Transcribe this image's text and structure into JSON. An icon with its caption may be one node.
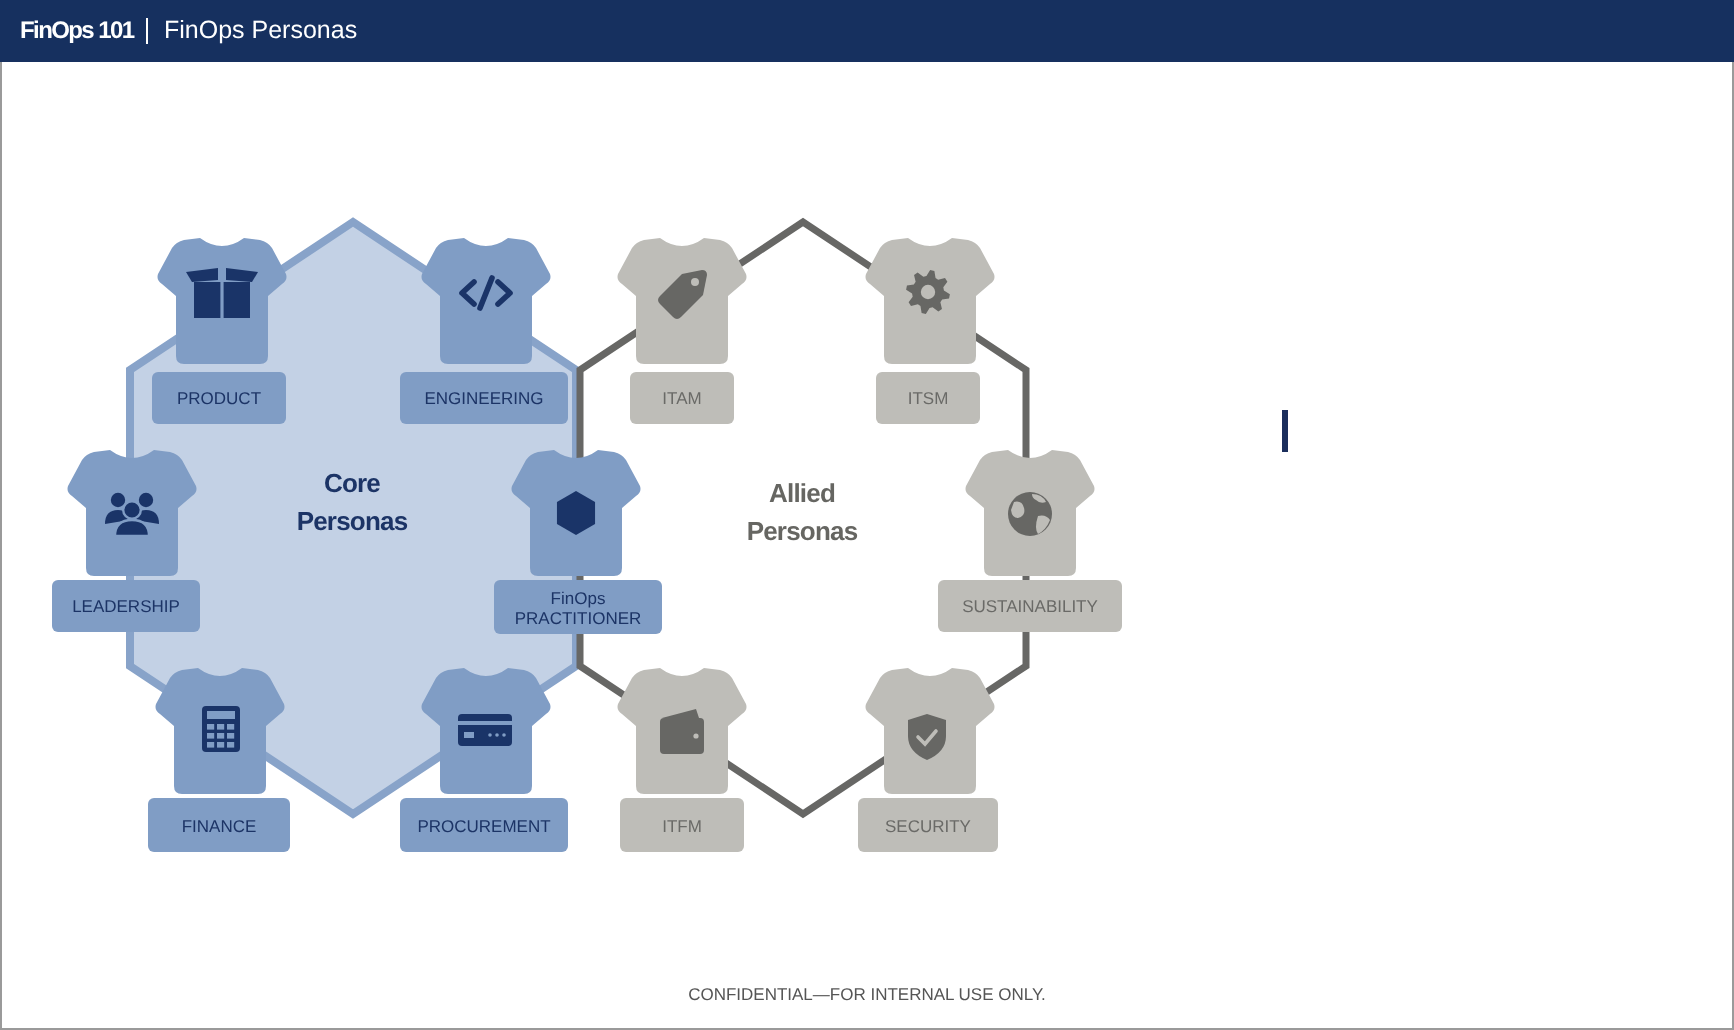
{
  "diagram": {
    "title": "FinOps Personas",
    "nodes": [
      {
        "text": [
          "Core Personas"
        ]
      },
      {
        "text": [
          "PRODUCT"
        ],
        "in": 0
      },
      {
        "text": [
          "ENGINEERING"
        ],
        "in": 0
      },
      {
        "text": [
          "LEADERSHIP"
        ]
      },
      {
        "text": [
          "FinOps PRACTITIONER"
        ]
      },
      {
        "text": [
          "FINANCE"
        ]
      },
      {
        "text": [
          "PROCUREMENT"
        ]
      },
      {
        "text": [
          "Allied Personas"
        ]
      },
      {
        "text": [
          "ITAM"
        ],
        "in": 7
      },
      {
        "text": [
          "ITSM"
        ],
        "in": 7
      },
      {
        "text": [
          "SUSTAINABILITY"
        ]
      },
      {
        "text": [
          "ITFM"
        ]
      },
      {
        "text": [
          "SECURITY"
        ]
      }
    ],
    "labels": [
      "FinOps 101",
      "CONFIDENTIAL—FOR INTERNAL USE ONLY."
    ]
  }
}
